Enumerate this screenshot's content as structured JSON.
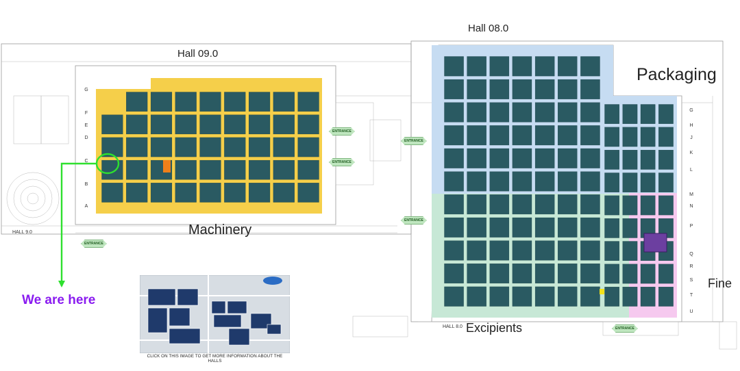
{
  "halls": {
    "hall_09_title": "Hall 09.0",
    "hall_08_title": "Hall 08.0",
    "hall_09_small": "HALL 9.0",
    "hall_08_small": "HALL 8.0"
  },
  "zones": {
    "machinery": "Machinery",
    "packaging": "Packaging",
    "excipients": "Excipients",
    "fine": "Fine"
  },
  "marker": {
    "label": "We are here"
  },
  "entrances": {
    "label": "ENTRANCE"
  },
  "rows_hall9": [
    "G",
    "F",
    "E",
    "D",
    "C",
    "B",
    "A"
  ],
  "rows_hall8": [
    "G",
    "H",
    "J",
    "K",
    "L",
    "M",
    "N",
    "P",
    "Q",
    "R",
    "S",
    "T",
    "U"
  ],
  "inset": {
    "caption": "CLICK ON THIS IMAGE TO GET MORE INFORMATION ABOUT THE HALLS"
  },
  "colors": {
    "machinery_zone": "#f5cf4a",
    "packaging_zone": "#c6dcf2",
    "excipients_zone": "#c7e8d6",
    "fine_zone": "#f6c9ef",
    "booth": "#2a5a62",
    "marker": "#2ee02e",
    "here_text": "#8a1cf0"
  }
}
